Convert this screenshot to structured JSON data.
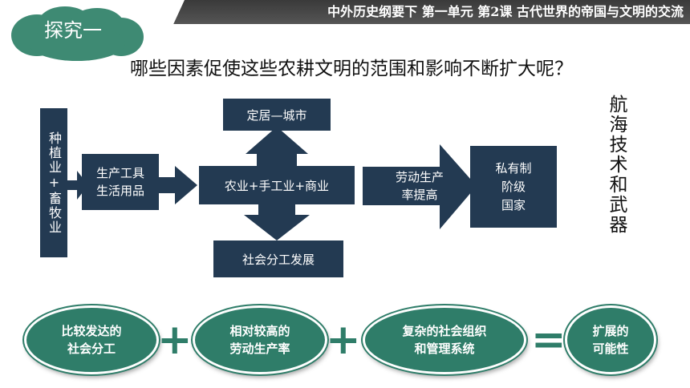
{
  "header": {
    "course_title": "中外历史纲要下   第一单元   第2课   古代世界的帝国与文明的交流",
    "badge": "探究一"
  },
  "question": "哪些因素促使这些农耕文明的范围和影响不断扩大呢？",
  "flow": {
    "origin": "种植业+畜牧业",
    "tools": "生产工具\n生活用品",
    "economy": "农业+手工业+商业",
    "settlement": "定居—城市",
    "division": "社会分工发展",
    "productivity_arrow": "劳动生产\n率提高",
    "state": "私有制\n阶级\n国家"
  },
  "side_note": "航海技术和武器",
  "equation": {
    "term1": "比较发达的\n社会分工",
    "plus1": "+",
    "term2": "相对较高的\n劳动生产率",
    "plus2": "+",
    "term3": "复杂的社会组织\n和管理系统",
    "equals": "=",
    "result": "扩展的\n可能性"
  },
  "colors": {
    "box_fill": "#233a52",
    "pill_fill": "#2f7d69",
    "header_bar": "#4a4a4a",
    "badge_cloud": "#3e8a73"
  }
}
